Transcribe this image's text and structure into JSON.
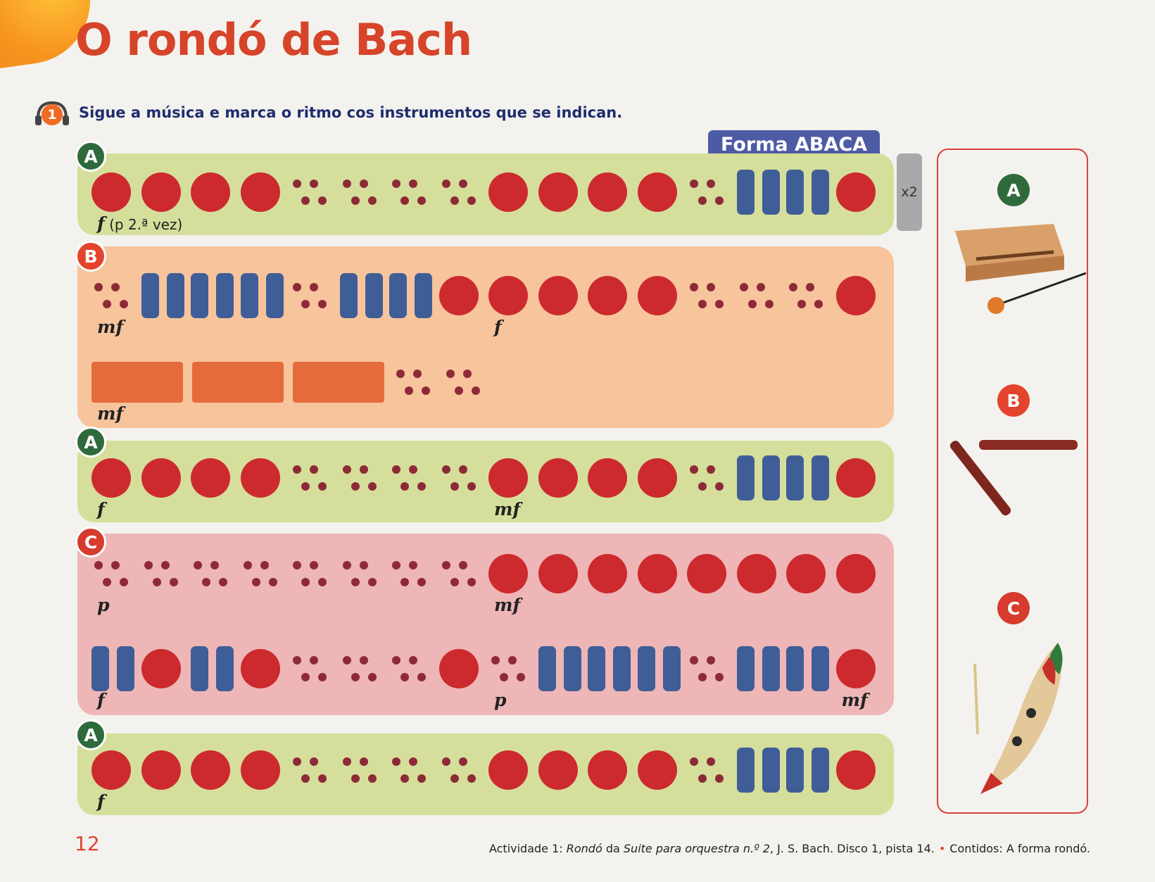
{
  "title": "O rondó de Bach",
  "activity": {
    "number": "1",
    "instruction": "Sigue a música e marca o ritmo cos instrumentos que se indican."
  },
  "form_label": "Forma ABACA",
  "repeat_label": "x2",
  "note_legend": {
    "circle": "red-circle-note",
    "eighths": "blue-double-bar-note",
    "rest": "dot-rest",
    "long": "orange-long-note"
  },
  "sections": [
    {
      "label": "A",
      "lines": [
        {
          "notes": [
            "circle",
            "circle",
            "circle",
            "circle",
            "rest",
            "rest",
            "rest",
            "rest",
            "circle",
            "circle",
            "circle",
            "circle",
            "rest",
            "eighths",
            "eighths",
            "circle"
          ],
          "dynamics": [
            {
              "at": 0,
              "text": "f",
              "note": "(p 2.ª vez)"
            }
          ]
        }
      ]
    },
    {
      "label": "B",
      "lines": [
        {
          "notes": [
            "rest",
            "eighths",
            "eighths",
            "eighths",
            "rest",
            "eighths",
            "eighths",
            "circle",
            "circle",
            "circle",
            "circle",
            "circle",
            "rest",
            "rest",
            "rest",
            "circle"
          ],
          "dynamics": [
            {
              "at": 0,
              "text": "mf"
            },
            {
              "at": 8,
              "text": "f"
            }
          ]
        },
        {
          "notes": [
            "long",
            "long",
            "long",
            "rest",
            "rest"
          ],
          "dynamics": [
            {
              "at": 0,
              "text": "mf"
            }
          ]
        }
      ]
    },
    {
      "label": "A",
      "lines": [
        {
          "notes": [
            "circle",
            "circle",
            "circle",
            "circle",
            "rest",
            "rest",
            "rest",
            "rest",
            "circle",
            "circle",
            "circle",
            "circle",
            "rest",
            "eighths",
            "eighths",
            "circle"
          ],
          "dynamics": [
            {
              "at": 0,
              "text": "f"
            },
            {
              "at": 8,
              "text": "mf"
            }
          ]
        }
      ]
    },
    {
      "label": "C",
      "lines": [
        {
          "notes": [
            "rest",
            "rest",
            "rest",
            "rest",
            "rest",
            "rest",
            "rest",
            "rest",
            "circle",
            "circle",
            "circle",
            "circle",
            "circle",
            "circle",
            "circle",
            "circle"
          ],
          "dynamics": [
            {
              "at": 0,
              "text": "p"
            },
            {
              "at": 8,
              "text": "mf"
            }
          ]
        },
        {
          "notes": [
            "eighths",
            "circle",
            "eighths",
            "circle",
            "rest",
            "rest",
            "rest",
            "circle",
            "rest",
            "eighths",
            "eighths",
            "eighths",
            "rest",
            "eighths",
            "eighths",
            "circle"
          ],
          "dynamics": [
            {
              "at": 0,
              "text": "f"
            },
            {
              "at": 8,
              "text": "p"
            },
            {
              "at": 15,
              "text": "mf"
            }
          ]
        }
      ]
    },
    {
      "label": "A",
      "lines": [
        {
          "notes": [
            "circle",
            "circle",
            "circle",
            "circle",
            "rest",
            "rest",
            "rest",
            "rest",
            "circle",
            "circle",
            "circle",
            "circle",
            "rest",
            "eighths",
            "eighths",
            "circle"
          ],
          "dynamics": [
            {
              "at": 0,
              "text": "f"
            }
          ]
        }
      ]
    }
  ],
  "instruments": [
    {
      "label": "A",
      "icon": "wood-block-icon"
    },
    {
      "label": "B",
      "icon": "claves-icon"
    },
    {
      "label": "C",
      "icon": "guiro-icon"
    }
  ],
  "page_number": "12",
  "footer": {
    "prefix": "Actividade 1: ",
    "work": "Rondó",
    "mid1": " da ",
    "suite": "Suite para orquestra n.º 2",
    "mid2": ", J. S. Bach. Disco 1, pista 14.",
    "bullet": "•",
    "contents": "Contidos: A forma rondó."
  },
  "colors": {
    "title": "#d6442a",
    "band_a": "#d5df9b",
    "band_b": "#f7c49c",
    "band_c": "#eeb6b6",
    "circle_note": "#cc2a2e",
    "eighths_note": "#3f5e97",
    "long_note": "#e66b3c",
    "rest_dot": "#8e2a38"
  }
}
